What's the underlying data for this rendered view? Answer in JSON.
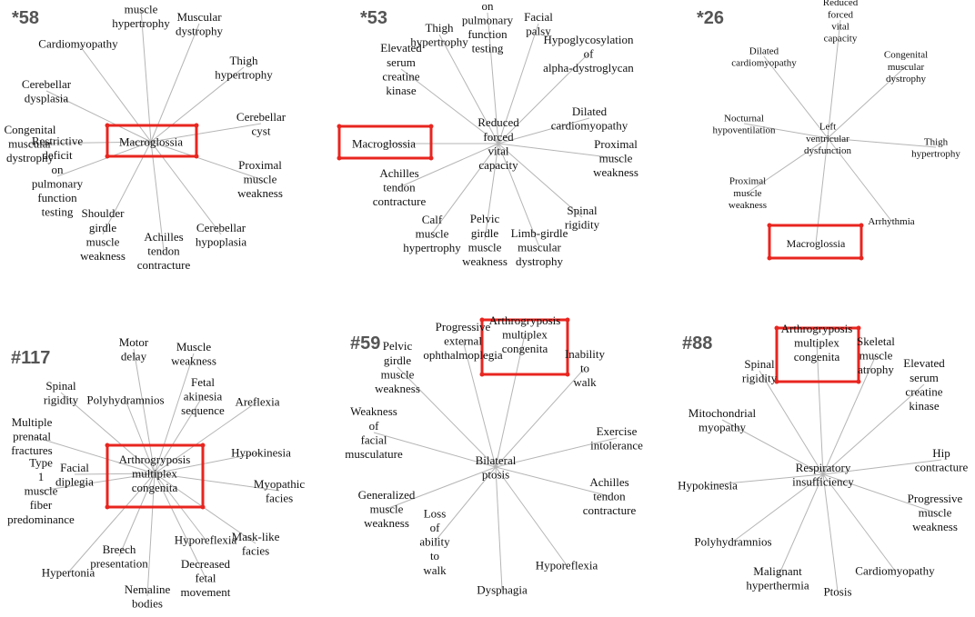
{
  "colors": {
    "highlight": "#e8251f",
    "edge": "#b5b5b5",
    "text": "#111111",
    "panel_id": "#555555"
  },
  "panels": [
    {
      "id": "*58",
      "center": {
        "label": "Macroglossia",
        "highlight": true
      },
      "nodes": [
        {
          "label": "Calf muscle hypertrophy"
        },
        {
          "label": "Muscular dystrophy"
        },
        {
          "label": "Cardiomyopathy"
        },
        {
          "label": "Thigh hypertrophy"
        },
        {
          "label": "Cerebellar dysplasia"
        },
        {
          "label": "Cerebellar cyst"
        },
        {
          "label": "Congenital muscular dystrophy"
        },
        {
          "label": "Restrictive deficit on pulmonary function testing"
        },
        {
          "label": "Proximal muscle weakness"
        },
        {
          "label": "Shoulder girdle muscle weakness"
        },
        {
          "label": "Achilles tendon contracture"
        },
        {
          "label": "Cerebellar hypoplasia"
        }
      ]
    },
    {
      "id": "*53",
      "center": {
        "label": "Reduced forced vital capacity",
        "highlight": false
      },
      "nodes": [
        {
          "label": "Restrictive deficit on pulmonary function testing"
        },
        {
          "label": "Facial palsy"
        },
        {
          "label": "Thigh hypertrophy"
        },
        {
          "label": "Hypoglycosylation of alpha-dystroglycan"
        },
        {
          "label": "Elevated serum creatine kinase"
        },
        {
          "label": "Dilated cardiomyopathy"
        },
        {
          "label": "Macroglossia",
          "highlight": true
        },
        {
          "label": "Proximal muscle weakness"
        },
        {
          "label": "Achilles tendon contracture"
        },
        {
          "label": "Spinal rigidity"
        },
        {
          "label": "Calf muscle hypertrophy"
        },
        {
          "label": "Pelvic girdle muscle weakness"
        },
        {
          "label": "Limb-girdle muscular dystrophy"
        }
      ]
    },
    {
      "id": "*26",
      "center": {
        "label": "Left ventricular dysfunction",
        "highlight": false
      },
      "nodes": [
        {
          "label": "Reduced forced vital capacity"
        },
        {
          "label": "Dilated cardiomyopathy"
        },
        {
          "label": "Congenital muscular dystrophy"
        },
        {
          "label": "Nocturnal hypoventilation"
        },
        {
          "label": "Thigh hypertrophy"
        },
        {
          "label": "Proximal muscle weakness"
        },
        {
          "label": "Arrhythmia"
        },
        {
          "label": "Macroglossia",
          "highlight": true
        }
      ]
    },
    {
      "id": "#117",
      "center": {
        "label": "Arthrogryposis multiplex congenita",
        "highlight": true
      },
      "nodes": [
        {
          "label": "Motor delay"
        },
        {
          "label": "Muscle weakness"
        },
        {
          "label": "Spinal rigidity"
        },
        {
          "label": "Polyhydramnios"
        },
        {
          "label": "Fetal akinesia sequence"
        },
        {
          "label": "Areflexia"
        },
        {
          "label": "Multiple prenatal fractures"
        },
        {
          "label": "Hypokinesia"
        },
        {
          "label": "Facial diplegia"
        },
        {
          "label": "Myopathic facies"
        },
        {
          "label": "Type 1 muscle fiber predominance"
        },
        {
          "label": "Hyporeflexia"
        },
        {
          "label": "Mask-like facies"
        },
        {
          "label": "Breech presentation"
        },
        {
          "label": "Hypertonia"
        },
        {
          "label": "Decreased fetal movement"
        },
        {
          "label": "Nemaline bodies"
        }
      ]
    },
    {
      "id": "#59",
      "center": {
        "label": "Bilateral ptosis",
        "highlight": false
      },
      "nodes": [
        {
          "label": "Arthrogryposis multiplex congenita",
          "highlight": true
        },
        {
          "label": "Progressive external ophthalmoplegia"
        },
        {
          "label": "Inability to walk"
        },
        {
          "label": "Pelvic girdle muscle weakness"
        },
        {
          "label": "Exercise intolerance"
        },
        {
          "label": "Weakness of facial musculature"
        },
        {
          "label": "Achilles tendon contracture"
        },
        {
          "label": "Generalized muscle weakness"
        },
        {
          "label": "Loss of ability to walk"
        },
        {
          "label": "Hyporeflexia"
        },
        {
          "label": "Dysphagia"
        }
      ]
    },
    {
      "id": "#88",
      "center": {
        "label": "Respiratory insufficiency",
        "highlight": false
      },
      "nodes": [
        {
          "label": "Arthrogryposis multiplex congenita",
          "highlight": true
        },
        {
          "label": "Spinal rigidity"
        },
        {
          "label": "Skeletal muscle atrophy"
        },
        {
          "label": "Elevated serum creatine kinase"
        },
        {
          "label": "Mitochondrial myopathy"
        },
        {
          "label": "Hip contracture"
        },
        {
          "label": "Hypokinesia"
        },
        {
          "label": "Progressive muscle weakness"
        },
        {
          "label": "Polyhydramnios"
        },
        {
          "label": "Cardiomyopathy"
        },
        {
          "label": "Malignant hyperthermia"
        },
        {
          "label": "Ptosis"
        }
      ]
    }
  ]
}
